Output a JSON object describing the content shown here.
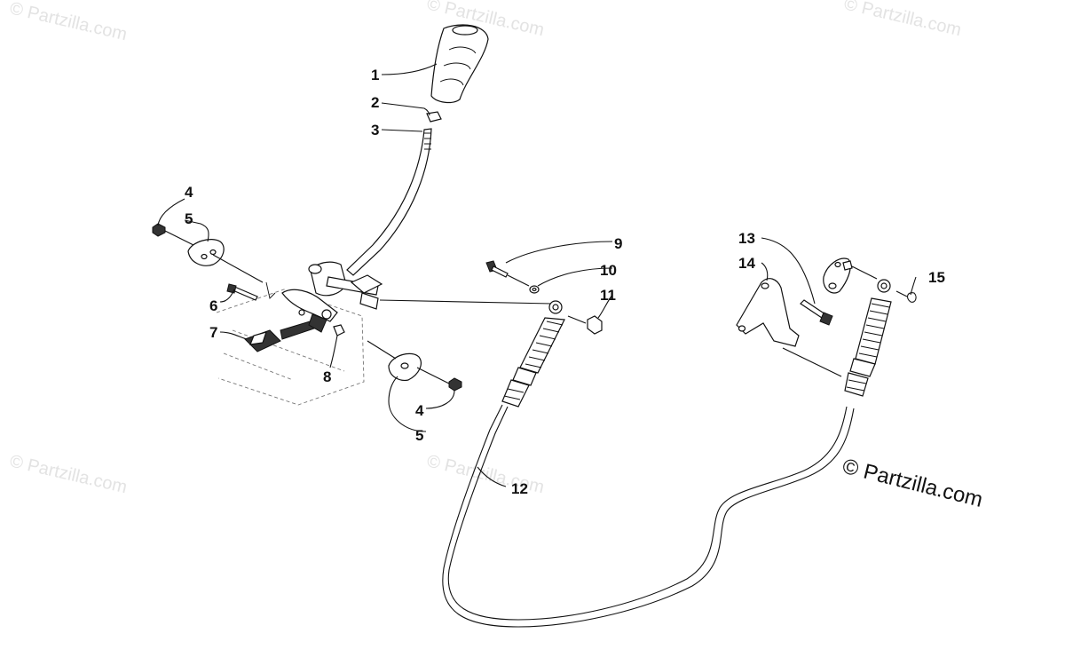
{
  "diagram": {
    "callouts": [
      {
        "id": "c1",
        "label": "1"
      },
      {
        "id": "c2",
        "label": "2"
      },
      {
        "id": "c3",
        "label": "3"
      },
      {
        "id": "c4a",
        "label": "4"
      },
      {
        "id": "c5a",
        "label": "5"
      },
      {
        "id": "c6",
        "label": "6"
      },
      {
        "id": "c7",
        "label": "7"
      },
      {
        "id": "c8",
        "label": "8"
      },
      {
        "id": "c4b",
        "label": "4"
      },
      {
        "id": "c5b",
        "label": "5"
      },
      {
        "id": "c9",
        "label": "9"
      },
      {
        "id": "c10",
        "label": "10"
      },
      {
        "id": "c11",
        "label": "11"
      },
      {
        "id": "c12",
        "label": "12"
      },
      {
        "id": "c13",
        "label": "13"
      },
      {
        "id": "c14",
        "label": "14"
      },
      {
        "id": "c15",
        "label": "15"
      }
    ]
  },
  "watermark": {
    "text": "© Partzilla.com",
    "copyright": "© Partzilla.com"
  },
  "colors": {
    "ink": "#111111",
    "background": "#ffffff",
    "watermark": "#e3e3e3"
  }
}
